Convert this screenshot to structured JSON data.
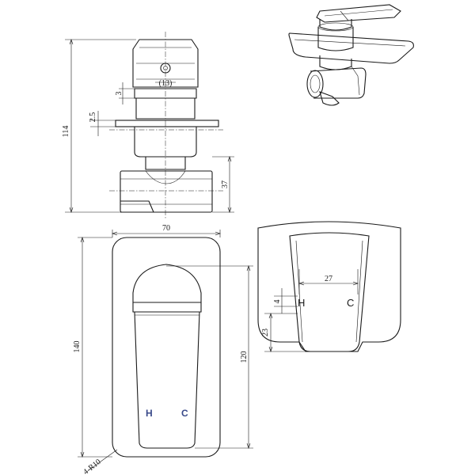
{
  "side_view": {
    "height_total": "114",
    "pin_diameter": "(13)",
    "dim_3": "3",
    "dim_2_5": "2.5",
    "dim_37": "37"
  },
  "front_view": {
    "width": "70",
    "height": "140",
    "inner_height": "120",
    "corner_radius": "4-R10",
    "label_hot": "H",
    "label_cold": "C"
  },
  "detail_view": {
    "width": "27",
    "dim_4": "4",
    "dim_23": "23",
    "label_hot": "H",
    "label_cold": "C"
  },
  "colors": {
    "line": "#1a1a1a",
    "hot_label": "#3a4a8a",
    "cold_label": "#3a4a8a"
  }
}
